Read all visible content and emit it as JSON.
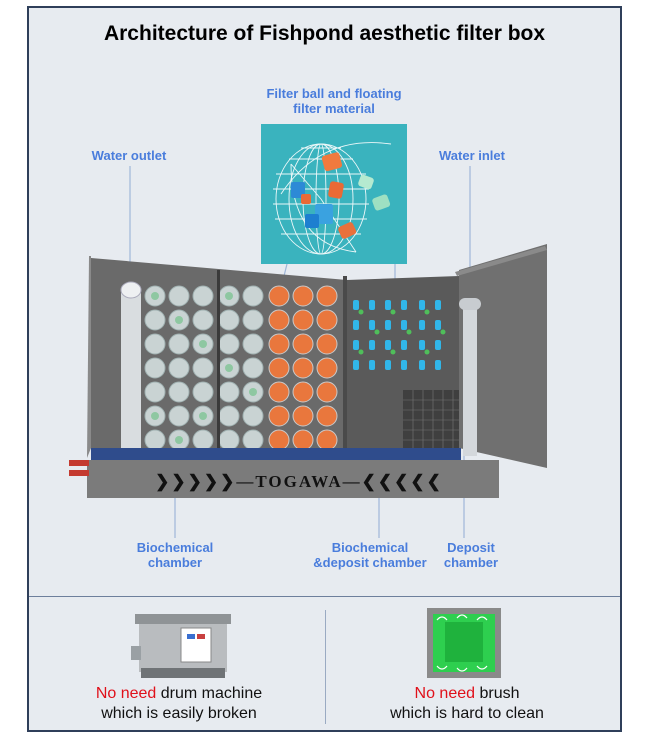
{
  "title": "Architecture of Fishpond aesthetic filter box",
  "labels": {
    "filter_ball_line1": "Filter ball and floating",
    "filter_ball_line2": "filter material",
    "water_outlet": "Water outlet",
    "water_inlet": "Water inlet",
    "bio_chamber_line1": "Biochemical",
    "bio_chamber_line2": "chamber",
    "bio_deposit_line1": "Biochemical",
    "bio_deposit_line2": "&deposit chamber",
    "deposit_line1": "Deposit",
    "deposit_line2": "chamber"
  },
  "brand": "❯❯❯❯❯—TOGAWA—❮❮❮❮❮",
  "bottom": {
    "left": {
      "highlight": "No need",
      "rest_line1": " drum machine",
      "line2": "which is easily broken"
    },
    "right": {
      "highlight": "No need",
      "rest_line1": " brush",
      "line2": "which is hard to clean"
    }
  },
  "colors": {
    "label_blue": "#4a7ddc",
    "highlight_red": "#e0101a",
    "frame_bg": "#e7ebf0",
    "inset_teal": "#3ab3be"
  }
}
